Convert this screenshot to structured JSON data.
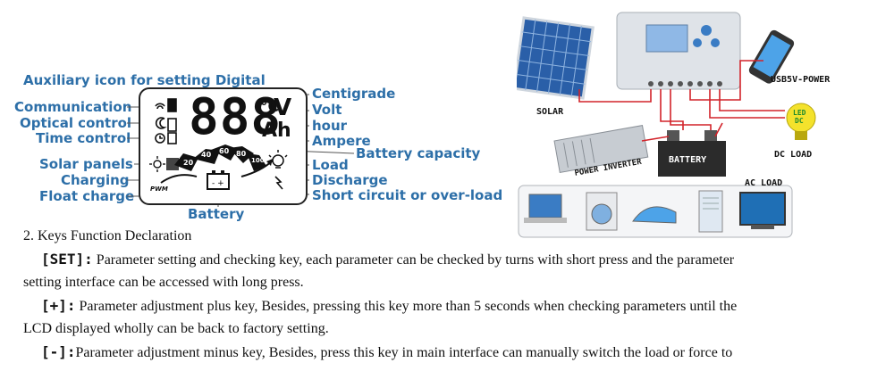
{
  "lcd": {
    "title": "Auxiliary icon for setting Digital",
    "left_labels": [
      "Communication",
      "Optical control",
      "Time control",
      "Solar panels",
      "Charging",
      "Float charge"
    ],
    "right_labels": [
      "Centigrade",
      "Volt",
      "hour",
      "Ampere",
      "Battery capacity",
      "Load",
      "Discharge",
      "Short circuit or over-load"
    ],
    "bottom_label": "Battery",
    "digits": "888",
    "unit_c": "°C",
    "unit_v": "V",
    "unit_ah": "Ah",
    "capacity_segments": [
      "20",
      "40",
      "60",
      "80",
      "100"
    ],
    "pwm_label": "PWM"
  },
  "diagram": {
    "solar": "SOLAR",
    "usb": "USB5V-POWER",
    "led_line1": "LED",
    "led_line2": "DC",
    "dc_load": "DC LOAD",
    "battery": "BATTERY",
    "inverter": "POWER INVERTER",
    "ac_load": "AC LOAD"
  },
  "text": {
    "heading": "2. Keys Function Declaration",
    "set_key": "[SET]:",
    "set_line1": " Parameter setting and checking key, each parameter can be checked by turns with short press and the parameter",
    "set_line2": "setting interface can be accessed with long press.",
    "plus_key": "[+]:",
    "plus_line1": " Parameter adjustment plus key, Besides, pressing this key more than 5 seconds when checking parameters until the",
    "plus_line2": "LCD displayed wholly can be back to factory setting.",
    "minus_key": "[-]:",
    "minus_line1": "Parameter adjustment minus key, Besides, press this key in main interface can manually switch the load or force to"
  },
  "colors": {
    "label_blue": "#2d6fa8",
    "wire_red": "#d2232a",
    "lcd_blue": "#3a7cc4"
  }
}
